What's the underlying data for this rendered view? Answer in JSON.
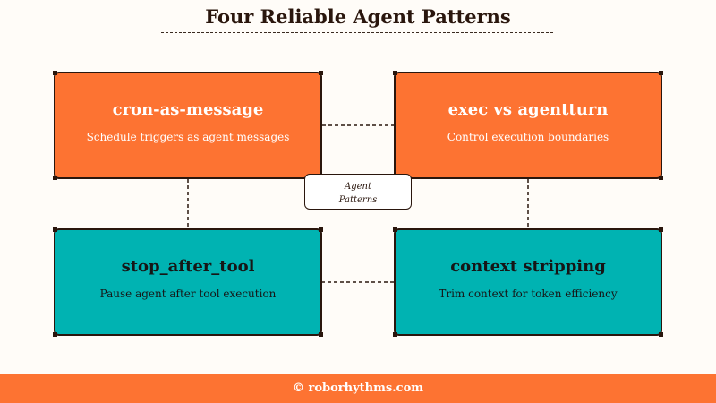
{
  "title": "Four Reliable Agent Patterns",
  "center": {
    "line1": "Agent",
    "line2": "Patterns"
  },
  "nodes": [
    {
      "id": "cron",
      "title": "cron-as-message",
      "subtitle": "Schedule triggers as agent messages",
      "color": "#fd7332"
    },
    {
      "id": "exec",
      "title": "exec vs agentturn",
      "subtitle": "Control execution boundaries",
      "color": "#fd7332"
    },
    {
      "id": "stop",
      "title": "stop_after_tool",
      "subtitle": "Pause agent after tool execution",
      "color": "#00b3b2"
    },
    {
      "id": "context",
      "title": "context stripping",
      "subtitle": "Trim context for token efficiency",
      "color": "#00b3b2"
    }
  ],
  "edges": [
    {
      "from": "cron",
      "to": "exec"
    },
    {
      "from": "exec",
      "to": "context"
    },
    {
      "from": "context",
      "to": "stop"
    },
    {
      "from": "cron",
      "to": "stop"
    }
  ],
  "footer": "© roborhythms.com",
  "colors": {
    "accent_orange": "#fd7332",
    "accent_teal": "#00b3b2",
    "outline": "#2a160d",
    "background": "#fffcf8"
  }
}
